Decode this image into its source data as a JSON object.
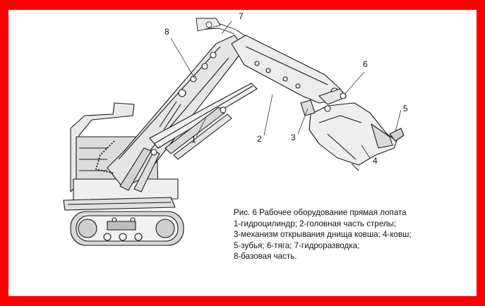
{
  "callouts": {
    "c1": "1",
    "c2": "2",
    "c3": "3",
    "c4": "4",
    "c5": "5",
    "c6": "6",
    "c7": "7",
    "c8": "8"
  },
  "caption": {
    "line1": "Рис. 6 Рабочее оборудование прямая лопата",
    "line2": "1-гидроцилиндр; 2-головная часть стрелы;",
    "line3": "3-механизм открывания днища ковша; 4-ковш;",
    "line4": "5-зубья; 6-тяга; 7-гидроразводка;",
    "line5": "8-базовая часть."
  },
  "colors": {
    "frame": "#ff0000",
    "background": "#ffffff",
    "ink": "#1a1a1a",
    "fill": "#e6e6e6"
  }
}
